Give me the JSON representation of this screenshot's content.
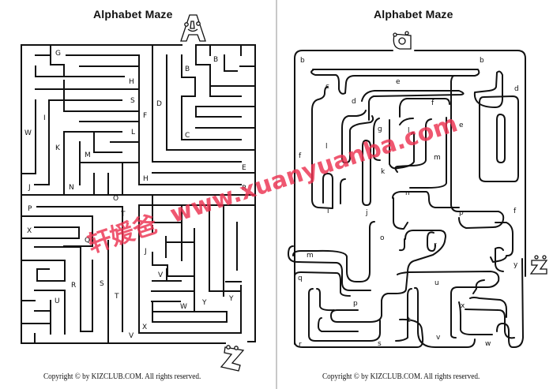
{
  "left_page": {
    "title": "Alphabet Maze",
    "start_letter": "A",
    "end_letter": "Z",
    "case": "uppercase",
    "copyright": "Copyright © by KIZCLUB.COM. All rights reserved.",
    "path_labels": [
      "B",
      "B",
      "C",
      "D",
      "E",
      "F",
      "G",
      "H",
      "H",
      "I",
      "J",
      "J",
      "K",
      "L",
      "M",
      "N",
      "O",
      "P",
      "Q",
      "R",
      "R",
      "S",
      "S",
      "T",
      "T",
      "U",
      "V",
      "V",
      "W",
      "W",
      "X",
      "X",
      "Y",
      "Y"
    ]
  },
  "right_page": {
    "title": "Alphabet Maze",
    "start_letter": "a",
    "end_letter": "z",
    "case": "lowercase",
    "copyright": "Copyright © by KIZCLUB.COM. All rights reserved.",
    "path_labels": [
      "b",
      "b",
      "c",
      "d",
      "d",
      "e",
      "e",
      "f",
      "f",
      "f",
      "g",
      "i",
      "j",
      "k",
      "l",
      "l",
      "m",
      "m",
      "n",
      "o",
      "p",
      "p",
      "q",
      "r",
      "r",
      "s",
      "t",
      "u",
      "v",
      "w",
      "x",
      "y"
    ]
  },
  "watermark": {
    "text_cn": "轩媛爸",
    "text_url": "www.xuanyuanba.com",
    "color": "#eb3250"
  }
}
